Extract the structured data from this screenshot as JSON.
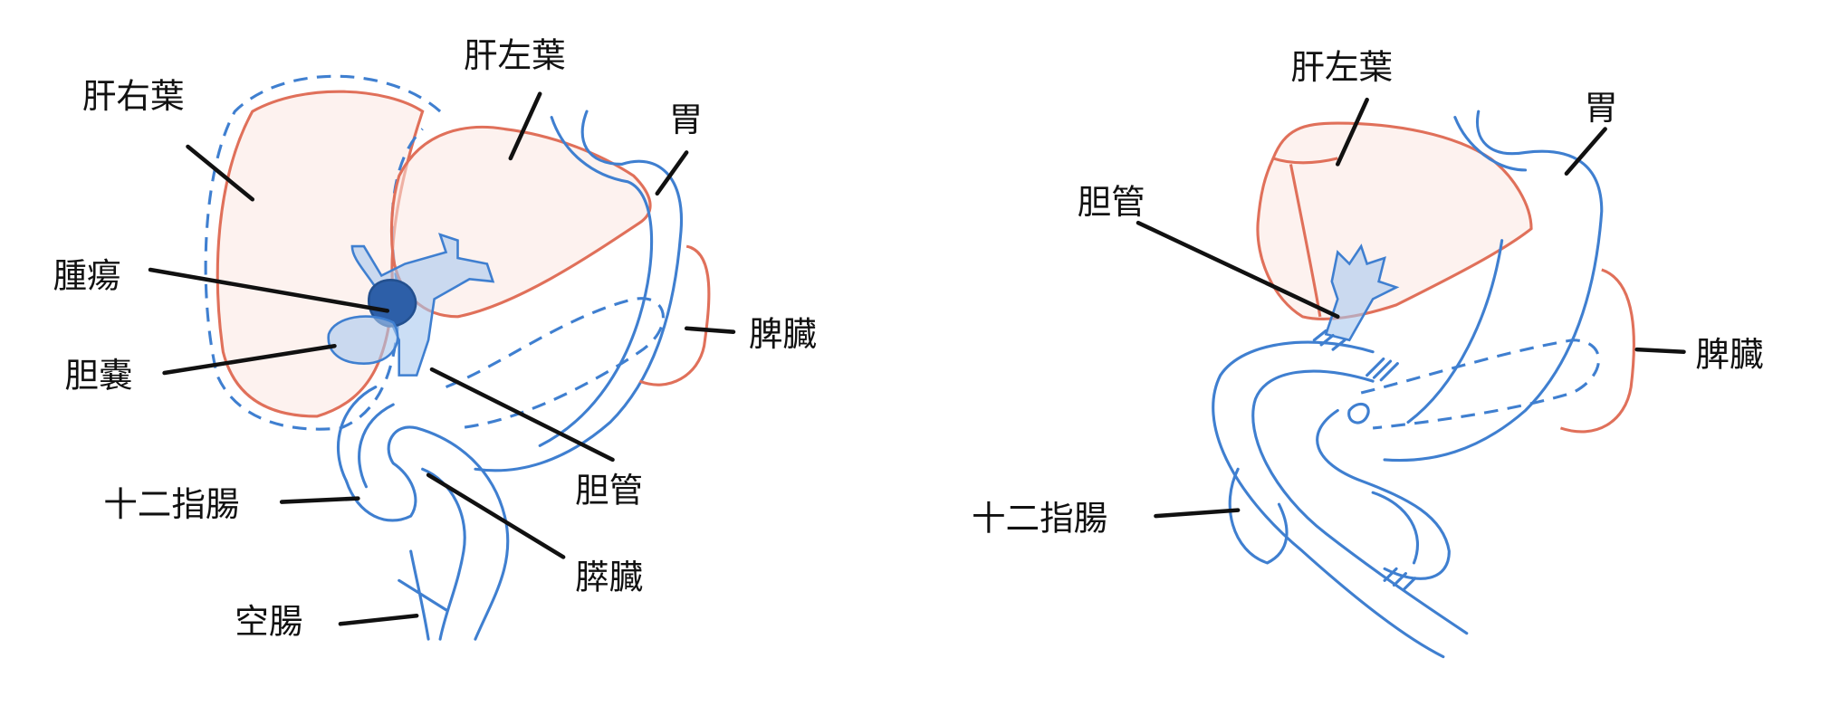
{
  "before": {
    "labels": {
      "right_lobe": "肝右葉",
      "left_lobe": "肝左葉",
      "stomach": "胃",
      "tumor": "腫瘍",
      "gallbladder": "胆嚢",
      "spleen": "脾臓",
      "bile_duct": "胆管",
      "duodenum": "十二指腸",
      "pancreas": "膵臓",
      "jejunum": "空腸"
    }
  },
  "after": {
    "labels": {
      "left_lobe": "肝左葉",
      "stomach": "胃",
      "bile_duct": "胆管",
      "spleen": "脾臓",
      "duodenum": "十二指腸"
    }
  },
  "colors": {
    "liver": "#e0705a",
    "organs": "#3f7fd0",
    "text": "#111111"
  }
}
